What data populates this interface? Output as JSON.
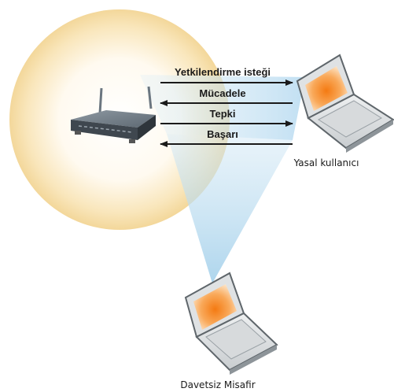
{
  "messages": [
    {
      "label": "Yetkilendirme isteği",
      "direction": "right"
    },
    {
      "label": "Mücadele",
      "direction": "left"
    },
    {
      "label": "Tepki",
      "direction": "right"
    },
    {
      "label": "Başarı",
      "direction": "left"
    }
  ],
  "devices": {
    "router": {
      "icon": "wireless-router-icon"
    },
    "legit_user": {
      "label": "Yasal kullanıcı",
      "icon": "laptop-icon"
    },
    "uninvited_guest": {
      "label": "Davetsiz Misafir",
      "icon": "laptop-icon"
    }
  },
  "colors": {
    "coverage_glow": "#f7e3b0",
    "eavesdrop_beam": "#b9dcf0",
    "screen_glow": "#f58a1f",
    "arrow": "#1a1a1a"
  }
}
